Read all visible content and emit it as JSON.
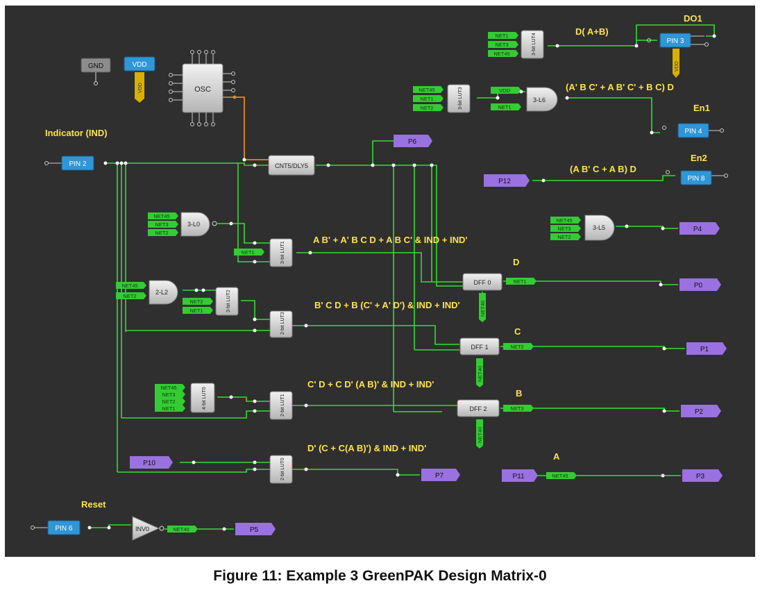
{
  "caption": "Figure 11: Example 3 GreenPAK Design Matrix-0",
  "colors": {
    "background": "#2f2f2f",
    "wire": "#33dd33",
    "label_text": "#ffe44d",
    "pin_blue": "#2f96d8",
    "port_purple": "#9a71e0",
    "net_green": "#33cc33",
    "block_gray": "#cfcfcf",
    "vdd_yellow": "#d8b000",
    "osc_wire": "#e08a1e"
  },
  "labels": {
    "indicator": "Indicator (IND)",
    "reset": "Reset",
    "do1": "DO1",
    "en1": "En1",
    "en2": "En2",
    "d_label": "D",
    "c_label": "C",
    "b_label": "B",
    "a_label": "A",
    "eq_lut4": "D( A+B)",
    "eq_l6": "(A' B C' + A B' C' + B C) D",
    "eq_pin8": "(A B' C + A B) D",
    "eq_dff0": "A B' + A' B C D + A B C' & IND + IND'",
    "eq_dff1": "B' C D + B (C' + A' D') & IND + IND'",
    "eq_dff2": "C' D + C D' (A B)' & IND + IND'",
    "eq_p7": "D' (C + C(A B)') & IND + IND'"
  },
  "blocks": {
    "gnd": "GND",
    "vdd": "VDD",
    "vdd_tab": "VDD",
    "osc": "OSC",
    "cnt5": "CNT5/DLY5",
    "lut4": "3-bit LUT4",
    "lut3_3": "3-bit LUT3",
    "lut1_3": "3-bit LUT1",
    "lut2_3": "3-bit LUT2",
    "lut3_2": "2-bit LUT3",
    "lut1_2": "2-bit LUT1",
    "lut0_2": "2-bit LUT0",
    "lut0_4": "4-bit LUT0",
    "gate_l6": "3-L6",
    "gate_l0": "3-L0",
    "gate_l2": "2-L2",
    "gate_l5": "3-L5",
    "inv0": "INV0",
    "dff0": "DFF 0",
    "dff1": "DFF 1",
    "dff2": "DFF 2"
  },
  "pins": {
    "pin2": "PIN 2",
    "pin3": "PIN 3",
    "pin4": "PIN 4",
    "pin8": "PIN 8",
    "pin6": "PIN 6"
  },
  "ports": {
    "p6": "P6",
    "p12": "P12",
    "p4": "P4",
    "p0": "P0",
    "p1": "P1",
    "p2": "P2",
    "p10": "P10",
    "p7": "P7",
    "p11": "P11",
    "p3": "P3",
    "p5": "P5"
  },
  "nets": {
    "net1": "NET1",
    "net2": "NET2",
    "net3": "NET3",
    "net45": "NET45",
    "net40": "NET40",
    "vdd": "VDD"
  }
}
